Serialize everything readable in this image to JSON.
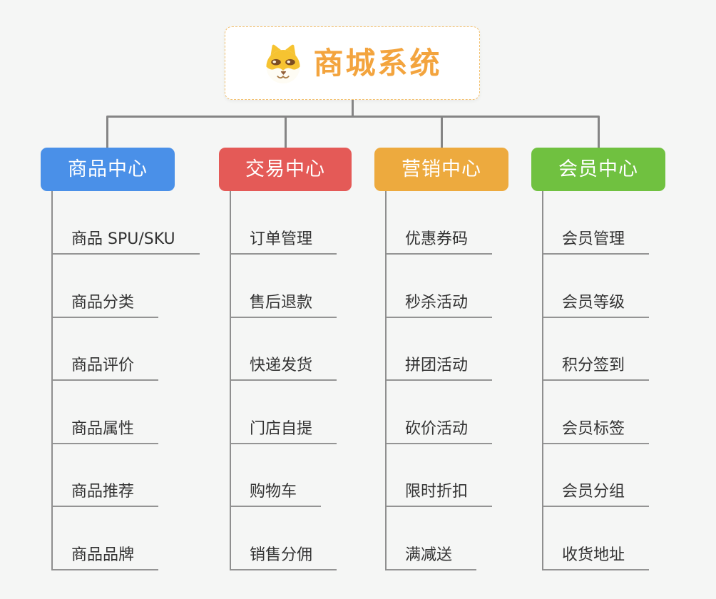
{
  "background_color": "#f5f6f5",
  "line_color": "#858585",
  "underline_color": "#949494",
  "root": {
    "title": "商城系统",
    "title_color": "#f3a43e",
    "border_color": "#f2c06e",
    "icon": "dog-face-icon"
  },
  "branches": [
    {
      "label": "商品中心",
      "color": "#4a90e8",
      "children": [
        "商品 SPU/SKU",
        "商品分类",
        "商品评价",
        "商品属性",
        "商品推荐",
        "商品品牌"
      ]
    },
    {
      "label": "交易中心",
      "color": "#e45a57",
      "children": [
        "订单管理",
        "售后退款",
        "快递发货",
        "门店自提",
        "购物车",
        "销售分佣"
      ]
    },
    {
      "label": "营销中心",
      "color": "#edaa3e",
      "children": [
        "优惠券码",
        "秒杀活动",
        "拼团活动",
        "砍价活动",
        "限时折扣",
        "满减送"
      ]
    },
    {
      "label": "会员中心",
      "color": "#70c140",
      "children": [
        "会员管理",
        "会员等级",
        "积分签到",
        "会员标签",
        "会员分组",
        "收货地址"
      ]
    }
  ]
}
